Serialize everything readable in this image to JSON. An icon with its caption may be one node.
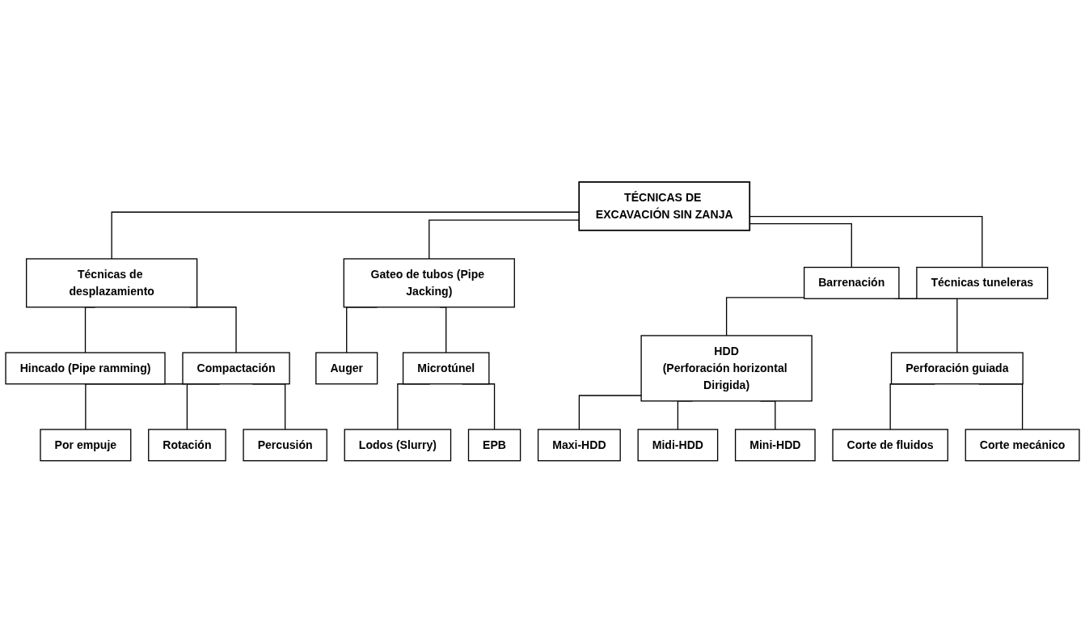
{
  "diagram": {
    "nodes": [
      {
        "text": [
          "TÉCNICAS DE EXCAVACIÓN SIN ZANJA"
        ]
      },
      {
        "text": [
          "Técnicas de desplazamiento"
        ]
      },
      {
        "text": [
          "Gateo de tubos (Pipe Jacking)"
        ]
      },
      {
        "text": [
          "Barrenación"
        ]
      },
      {
        "text": [
          "Técnicas tuneleras"
        ]
      },
      {
        "text": [
          "Hincado (Pipe ramming)"
        ]
      },
      {
        "text": [
          "Compactación"
        ]
      },
      {
        "text": [
          "Por empuje"
        ]
      },
      {
        "text": [
          "Rotación"
        ]
      },
      {
        "text": [
          "Percusión"
        ]
      },
      {
        "text": [
          "Auger"
        ]
      },
      {
        "text": [
          "Microtúnel"
        ]
      },
      {
        "text": [
          "Lodos (Slurry)"
        ]
      },
      {
        "text": [
          "EPB"
        ]
      },
      {
        "text": [
          "HDD",
          "(Perforación horizontal Dirigida)"
        ]
      },
      {
        "text": [
          "Maxi-HDD"
        ]
      },
      {
        "text": [
          "Midi-HDD"
        ]
      },
      {
        "text": [
          "Mini-HDD"
        ]
      },
      {
        "text": [
          "Perforación guiada"
        ]
      },
      {
        "text": [
          "Corte de fluidos"
        ]
      },
      {
        "text": [
          "Corte mecánico"
        ]
      }
    ],
    "edges": [
      {
        "from": 0,
        "to": 1,
        "arrow": "none"
      },
      {
        "from": 0,
        "to": 2,
        "arrow": "none"
      },
      {
        "from": 0,
        "to": 3,
        "arrow": "none"
      },
      {
        "from": 0,
        "to": 4,
        "arrow": "none"
      },
      {
        "from": 1,
        "to": 5,
        "arrow": "none"
      },
      {
        "from": 1,
        "to": 6,
        "arrow": "none"
      },
      {
        "from": 6,
        "to": 7,
        "arrow": "none"
      },
      {
        "from": 6,
        "to": 8,
        "arrow": "none"
      },
      {
        "from": 6,
        "to": 9,
        "arrow": "none"
      },
      {
        "from": 2,
        "to": 10,
        "arrow": "none"
      },
      {
        "from": 2,
        "to": 11,
        "arrow": "none"
      },
      {
        "from": 11,
        "to": 12,
        "arrow": "none"
      },
      {
        "from": 11,
        "to": 13,
        "arrow": "none"
      },
      {
        "from": 3,
        "to": 14,
        "arrow": "none"
      },
      {
        "from": 3,
        "to": 18,
        "arrow": "none"
      },
      {
        "from": 14,
        "to": 15,
        "arrow": "none"
      },
      {
        "from": 14,
        "to": 16,
        "arrow": "none"
      },
      {
        "from": 14,
        "to": 17,
        "arrow": "none"
      },
      {
        "from": 18,
        "to": 19,
        "arrow": "none"
      },
      {
        "from": 18,
        "to": 20,
        "arrow": "none"
      }
    ]
  }
}
